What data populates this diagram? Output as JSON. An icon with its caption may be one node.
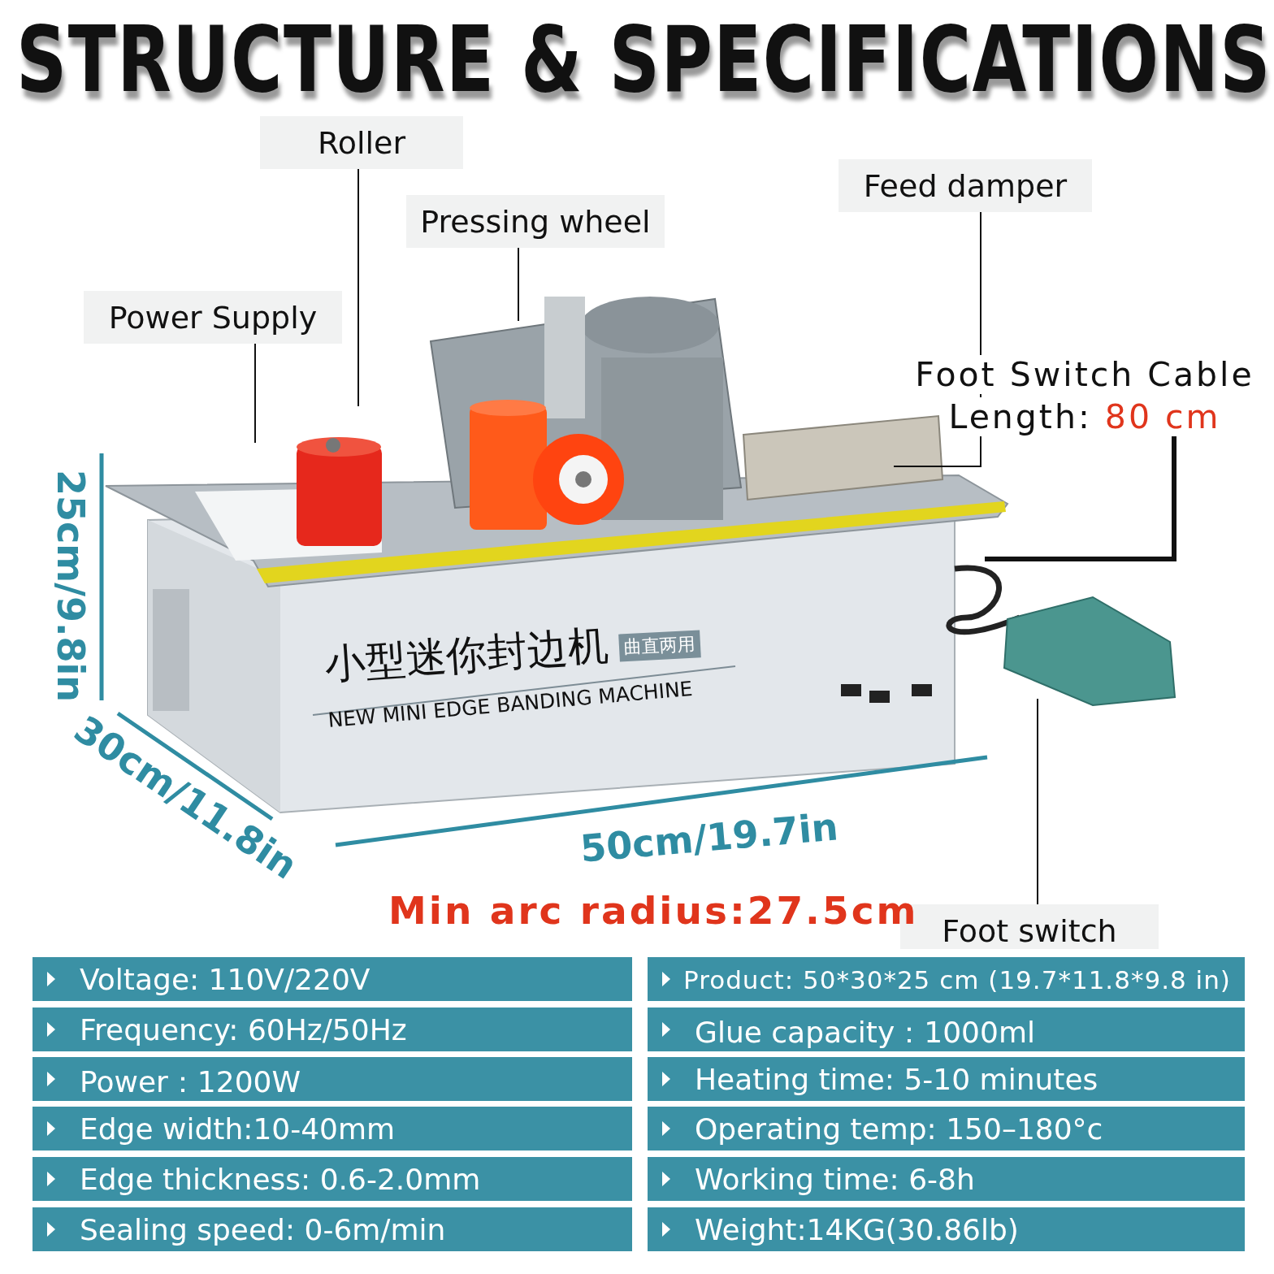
{
  "diagram": {
    "title": "STRUCTURE & SPECIFICATIONS",
    "nodes": [
      {
        "text": [
          "Roller"
        ]
      },
      {
        "text": [
          "Feed damper"
        ]
      },
      {
        "text": [
          "Pressing wheel"
        ]
      },
      {
        "text": [
          "Power Supply"
        ]
      },
      {
        "text": [
          "Foot Switch Cable Length:",
          "80 cm"
        ]
      },
      {
        "text": [
          "Foot switch"
        ]
      }
    ],
    "edges": [
      {
        "from": 0,
        "to": null,
        "arrow": "none"
      },
      {
        "from": 1,
        "to": null,
        "arrow": "none"
      },
      {
        "from": 2,
        "to": null,
        "arrow": "none"
      },
      {
        "from": 3,
        "to": null,
        "arrow": "none"
      },
      {
        "from": 4,
        "to": null,
        "arrow": "none",
        "style": "thick"
      },
      {
        "from": 5,
        "to": null,
        "arrow": "none"
      }
    ],
    "labels": [
      "25cm/9.8in",
      "小型迷你封边机",
      "曲直两用",
      "NEW MINI EDGE BANDING MACHINE",
      "30cm/11.8in",
      "50cm/19.7in",
      "Min arc radius:27.5cm",
      "Voltage: 110V/220V",
      "Product: 50*30*25 cm (19.7*11.8*9.8 in)",
      "Frequency: 60Hz/50Hz",
      "Glue capacity：1000ml",
      "Power：1200W",
      "Heating time: 5-10 minutes",
      "Edge width:10-40mm",
      "Operating temp: 150–180°c",
      "Edge thickness: 0.6-2.0mm",
      "Working time: 6-8h",
      "Sealing speed: 0-6m/min",
      "Weight:14KG(30.86lb)"
    ]
  }
}
